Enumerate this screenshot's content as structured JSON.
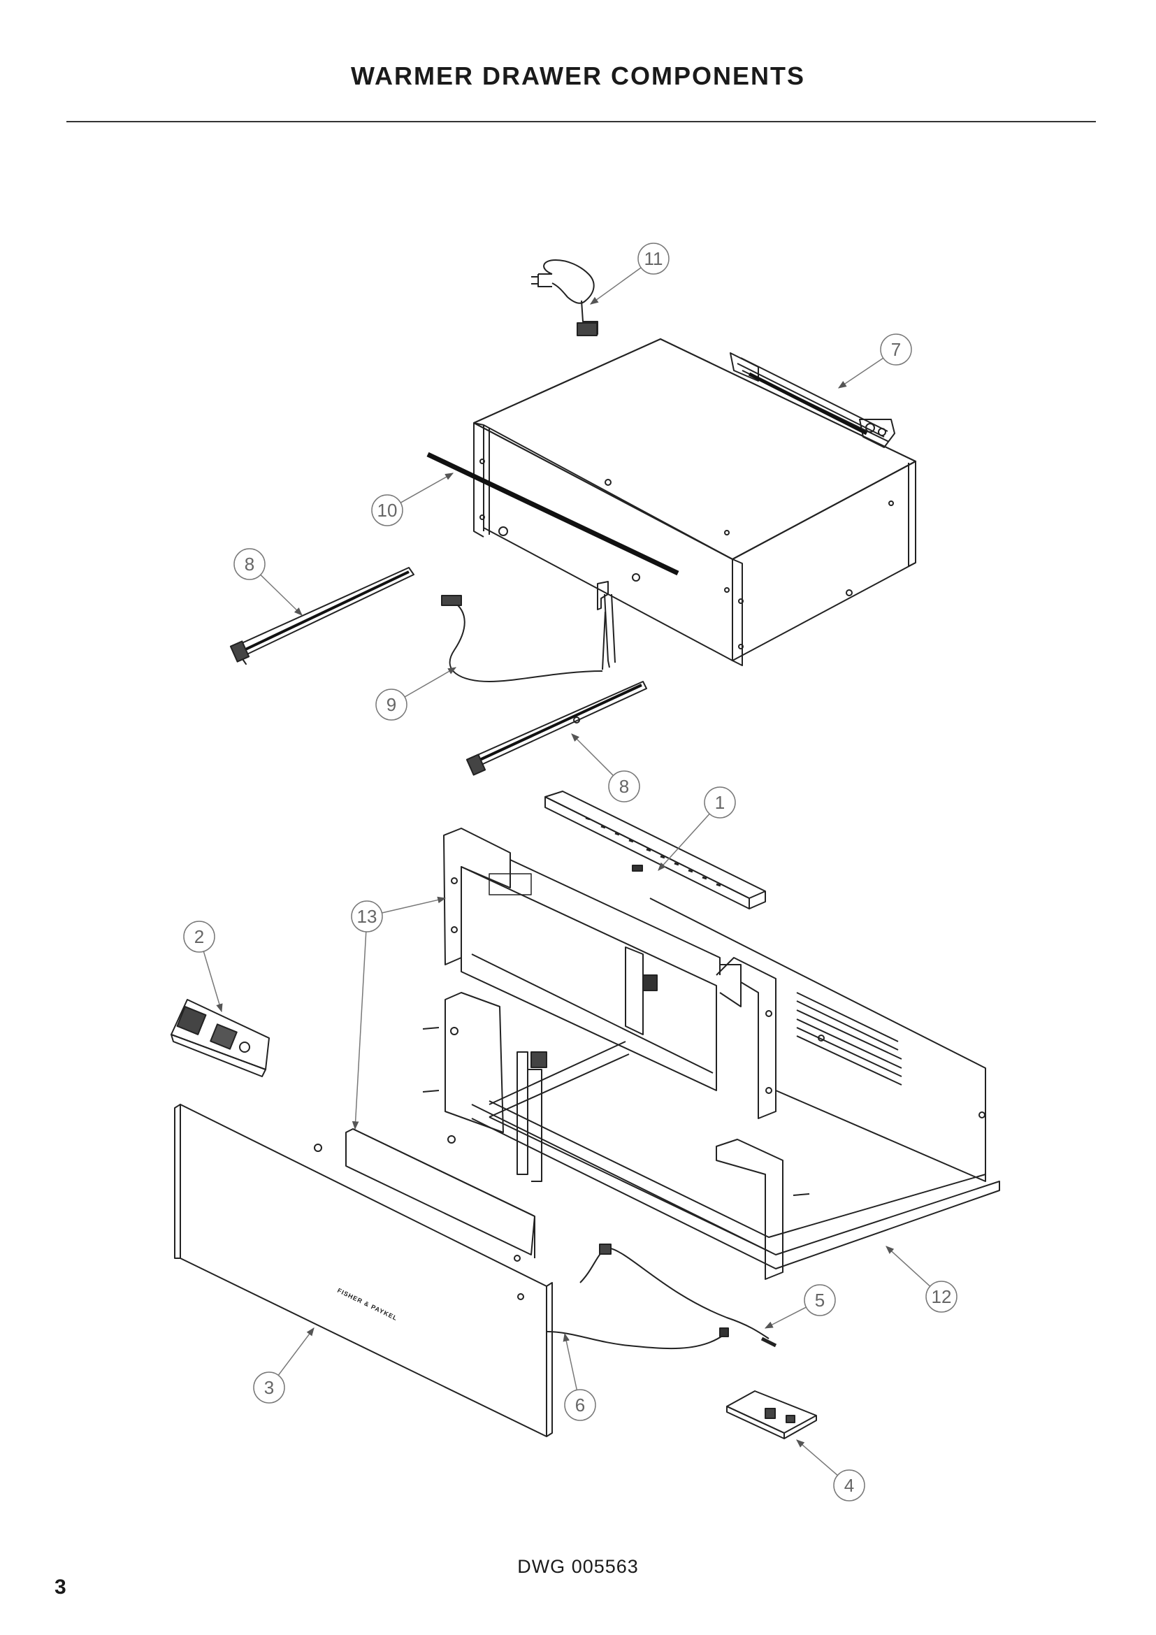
{
  "page": {
    "title": "WARMER DRAWER COMPONENTS",
    "drawing_number": "DWG 005563",
    "page_number": "3"
  },
  "diagram": {
    "door_logo": "FISHER & PAYKEL",
    "callouts": [
      {
        "id": "c1",
        "label": "1"
      },
      {
        "id": "c2",
        "label": "2"
      },
      {
        "id": "c3",
        "label": "3"
      },
      {
        "id": "c4",
        "label": "4"
      },
      {
        "id": "c5",
        "label": "5"
      },
      {
        "id": "c6",
        "label": "6"
      },
      {
        "id": "c7",
        "label": "7"
      },
      {
        "id": "c8a",
        "label": "8"
      },
      {
        "id": "c8b",
        "label": "8"
      },
      {
        "id": "c9",
        "label": "9"
      },
      {
        "id": "c10",
        "label": "10"
      },
      {
        "id": "c11",
        "label": "11"
      },
      {
        "id": "c12",
        "label": "12"
      },
      {
        "id": "c13",
        "label": "13"
      }
    ]
  }
}
